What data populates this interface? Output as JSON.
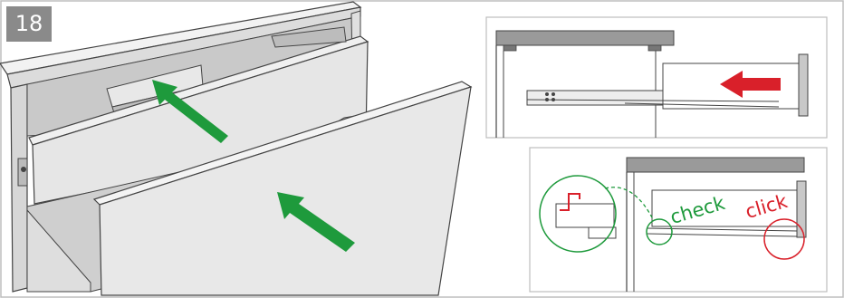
{
  "step": {
    "number": "18"
  },
  "labels": {
    "check": "check",
    "click": "click"
  },
  "colors": {
    "accent_green": "#1e9a3c",
    "accent_red": "#d9202a",
    "badge_gray": "#8a8a8a"
  },
  "icons": [
    "green-arrow-icon",
    "red-arrow-icon",
    "check-circle-icon",
    "click-circle-icon"
  ]
}
